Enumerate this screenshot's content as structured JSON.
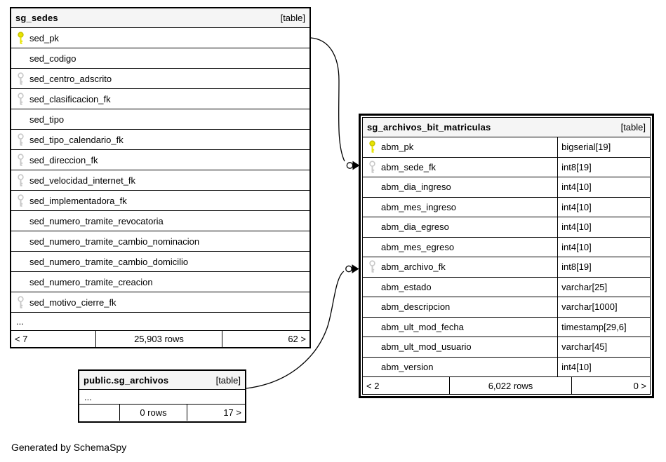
{
  "footer_note": "Generated by SchemaSpy",
  "colors": {
    "header_bg": "#f5f5f5",
    "pk_key": "#e8e400",
    "fk_key": "#c8c8c8",
    "border": "#000000"
  },
  "tables": {
    "sg_sedes": {
      "title": "sg_sedes",
      "badge": "[table]",
      "columns": [
        {
          "name": "sed_pk",
          "key": "primary"
        },
        {
          "name": "sed_codigo",
          "key": "none"
        },
        {
          "name": "sed_centro_adscrito",
          "key": "foreign"
        },
        {
          "name": "sed_clasificacion_fk",
          "key": "foreign"
        },
        {
          "name": "sed_tipo",
          "key": "none"
        },
        {
          "name": "sed_tipo_calendario_fk",
          "key": "foreign"
        },
        {
          "name": "sed_direccion_fk",
          "key": "foreign"
        },
        {
          "name": "sed_velocidad_internet_fk",
          "key": "foreign"
        },
        {
          "name": "sed_implementadora_fk",
          "key": "foreign"
        },
        {
          "name": "sed_numero_tramite_revocatoria",
          "key": "none"
        },
        {
          "name": "sed_numero_tramite_cambio_nominacion",
          "key": "none"
        },
        {
          "name": "sed_numero_tramite_cambio_domicilio",
          "key": "none"
        },
        {
          "name": "sed_numero_tramite_creacion",
          "key": "none"
        },
        {
          "name": "sed_motivo_cierre_fk",
          "key": "foreign"
        }
      ],
      "ellipsis": "...",
      "footer": {
        "left": "< 7",
        "center": "25,903 rows",
        "right": "62 >"
      }
    },
    "sg_archivos_bit_matriculas": {
      "title": "sg_archivos_bit_matriculas",
      "badge": "[table]",
      "columns": [
        {
          "name": "abm_pk",
          "type": "bigserial[19]",
          "key": "primary"
        },
        {
          "name": "abm_sede_fk",
          "type": "int8[19]",
          "key": "foreign"
        },
        {
          "name": "abm_dia_ingreso",
          "type": "int4[10]",
          "key": "none"
        },
        {
          "name": "abm_mes_ingreso",
          "type": "int4[10]",
          "key": "none"
        },
        {
          "name": "abm_dia_egreso",
          "type": "int4[10]",
          "key": "none"
        },
        {
          "name": "abm_mes_egreso",
          "type": "int4[10]",
          "key": "none"
        },
        {
          "name": "abm_archivo_fk",
          "type": "int8[19]",
          "key": "foreign"
        },
        {
          "name": "abm_estado",
          "type": "varchar[25]",
          "key": "none"
        },
        {
          "name": "abm_descripcion",
          "type": "varchar[1000]",
          "key": "none"
        },
        {
          "name": "abm_ult_mod_fecha",
          "type": "timestamp[29,6]",
          "key": "none"
        },
        {
          "name": "abm_ult_mod_usuario",
          "type": "varchar[45]",
          "key": "none"
        },
        {
          "name": "abm_version",
          "type": "int4[10]",
          "key": "none"
        }
      ],
      "footer": {
        "left": "< 2",
        "center": "6,022 rows",
        "right": "0 >"
      }
    },
    "public_sg_archivos": {
      "title": "public.sg_archivos",
      "badge": "[table]",
      "ellipsis": "...",
      "footer": {
        "left": "",
        "center": "0 rows",
        "right": "17 >"
      }
    }
  },
  "relationships": [
    {
      "from": "sg_sedes.sed_pk",
      "to": "sg_archivos_bit_matriculas.abm_sede_fk"
    },
    {
      "from": "public.sg_archivos",
      "to": "sg_archivos_bit_matriculas.abm_archivo_fk"
    }
  ]
}
